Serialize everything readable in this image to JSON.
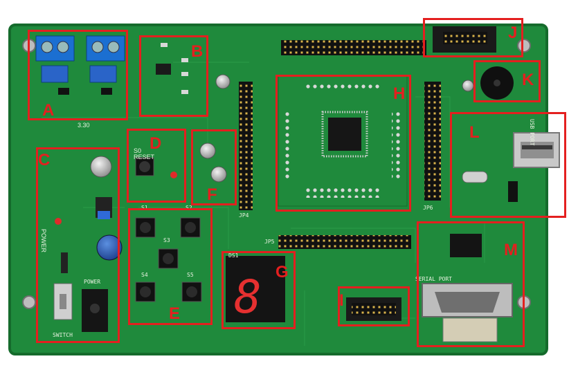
{
  "photo": {
    "subject": "microcontroller development board",
    "colors": {
      "pcb": "#1f8a3c",
      "pcb_dark": "#156b2c",
      "callout": "#e41f1f",
      "background": "#ffffff"
    }
  },
  "silkscreen": {
    "reset": "RESET",
    "power": "POWER",
    "switch": "SWITCH",
    "power_jack": "POWER",
    "serial_port": "SERIAL PORT",
    "usb_port": "USB PORT",
    "v330": "3.30",
    "s0": "S0",
    "s1": "S1",
    "s2": "S2",
    "s3": "S3",
    "s4": "S4",
    "s5": "S5",
    "ds1": "DS1",
    "jp4": "JP4",
    "jp5": "JP5",
    "jp6": "JP6",
    "seg_digit": "8"
  },
  "callouts": [
    {
      "letter": "A"
    },
    {
      "letter": "B"
    },
    {
      "letter": "C"
    },
    {
      "letter": "D"
    },
    {
      "letter": "E"
    },
    {
      "letter": "F"
    },
    {
      "letter": "G"
    },
    {
      "letter": "H"
    },
    {
      "letter": "I"
    },
    {
      "letter": "J"
    },
    {
      "letter": "K"
    },
    {
      "letter": "L"
    },
    {
      "letter": "M"
    }
  ]
}
